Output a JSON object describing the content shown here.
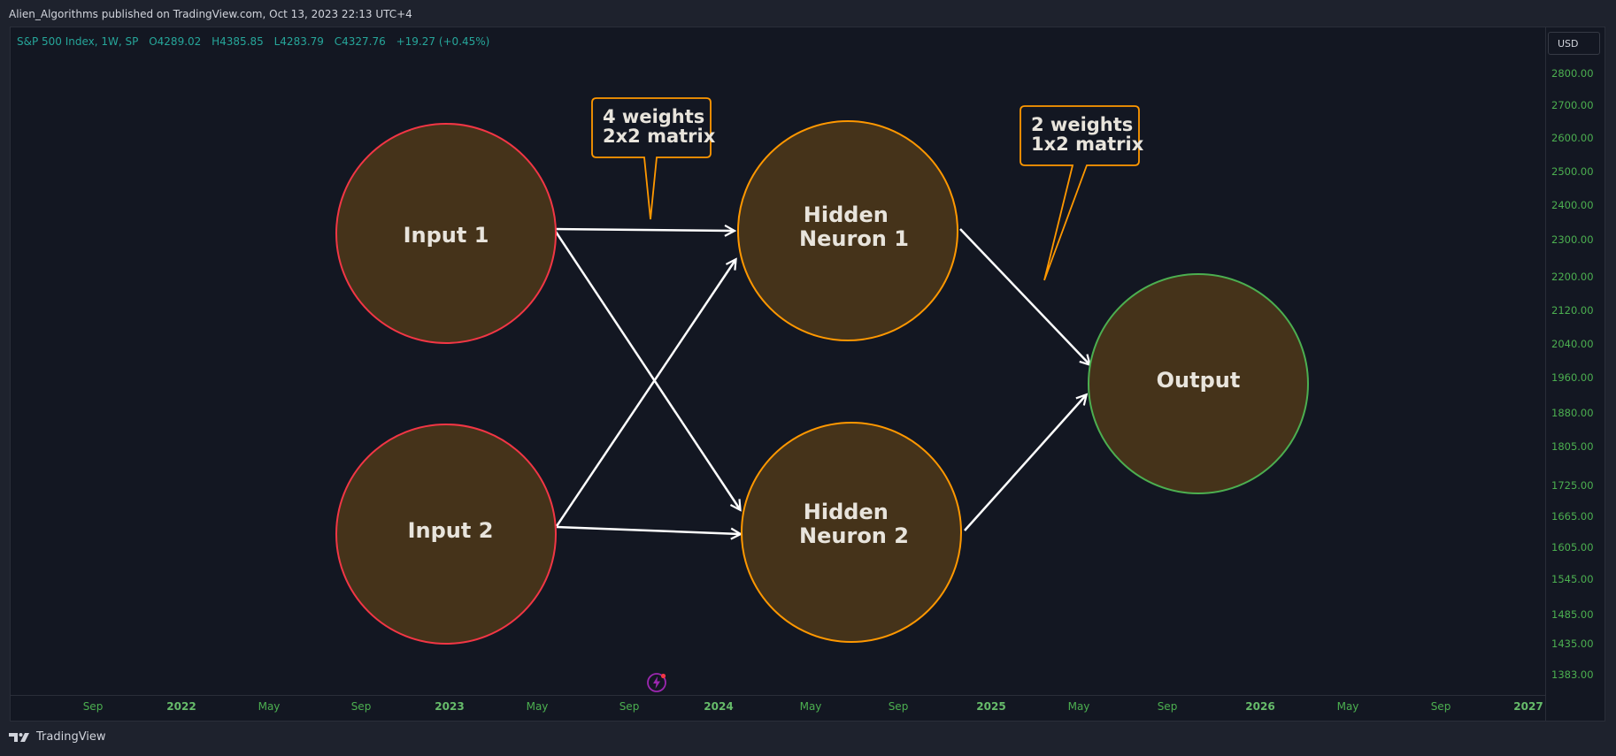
{
  "header": {
    "publisher_line": "Alien_Algorithms published on TradingView.com, Oct 13, 2023 22:13 UTC+4"
  },
  "legend": {
    "symbol": "S&P 500 Index, 1W, SP",
    "open": "O4289.02",
    "high": "H4385.85",
    "low": "L4283.79",
    "close": "C4327.76",
    "change": "+19.27 (+0.45%)"
  },
  "price_axis": {
    "currency": "USD",
    "labels": [
      "2800.00",
      "2700.00",
      "2600.00",
      "2500.00",
      "2400.00",
      "2300.00",
      "2200.00",
      "2120.00",
      "2040.00",
      "1960.00",
      "1880.00",
      "1805.00",
      "1725.00",
      "1665.00",
      "1605.00",
      "1545.00",
      "1485.00",
      "1435.00",
      "1383.00"
    ]
  },
  "time_axis": {
    "labels": [
      {
        "text": "Sep",
        "year": false
      },
      {
        "text": "2022",
        "year": true
      },
      {
        "text": "May",
        "year": false
      },
      {
        "text": "Sep",
        "year": false
      },
      {
        "text": "2023",
        "year": true
      },
      {
        "text": "May",
        "year": false
      },
      {
        "text": "Sep",
        "year": false
      },
      {
        "text": "2024",
        "year": true
      },
      {
        "text": "May",
        "year": false
      },
      {
        "text": "Sep",
        "year": false
      },
      {
        "text": "2025",
        "year": true
      },
      {
        "text": "May",
        "year": false
      },
      {
        "text": "Sep",
        "year": false
      },
      {
        "text": "2026",
        "year": true
      },
      {
        "text": "May",
        "year": false
      },
      {
        "text": "Sep",
        "year": false
      },
      {
        "text": "2027",
        "year": true
      }
    ]
  },
  "diagram": {
    "nodes": {
      "input1": {
        "lines": [
          "Input 1"
        ],
        "stroke": "#f23645"
      },
      "input2": {
        "lines": [
          "Input 2"
        ],
        "stroke": "#f23645"
      },
      "hidden1": {
        "lines": [
          "Hidden",
          "Neuron 1"
        ],
        "stroke": "#ff9800"
      },
      "hidden2": {
        "lines": [
          "Hidden",
          "Neuron 2"
        ],
        "stroke": "#ff9800"
      },
      "output": {
        "lines": [
          "Output"
        ],
        "stroke": "#4caf50"
      }
    },
    "callouts": {
      "weights_layer1": [
        "4 weights",
        "2x2 matrix"
      ],
      "weights_layer2": [
        "2 weights",
        "1x2 matrix"
      ]
    },
    "colors": {
      "node_fill": "#45331a",
      "callout_border": "#ff9800",
      "callout_fill": "#131722",
      "arrow": "#ffffff"
    }
  },
  "footer": {
    "brand": "TradingView"
  }
}
